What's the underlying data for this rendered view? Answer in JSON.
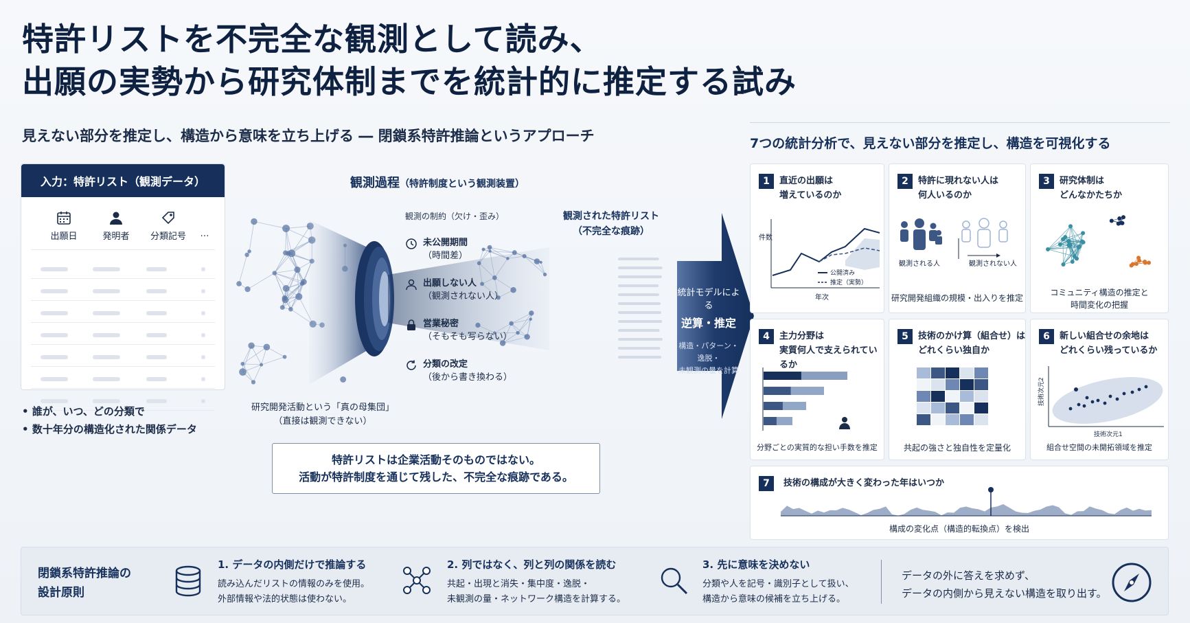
{
  "title": {
    "line1": "特許リストを不完全な観測として読み、",
    "line2": "出願の実勢から研究体制までを統計的に推定する試み"
  },
  "subtitle": "見えない部分を推定し、構造から意味を立ち上げる ― 閉鎖系特許推論というアプローチ",
  "input_panel": {
    "header": "入力：特許リスト（観測データ）",
    "columns": [
      {
        "label": "出願日",
        "icon": "calendar-icon"
      },
      {
        "label": "発明者",
        "icon": "person-icon"
      },
      {
        "label": "分類記号",
        "icon": "tag-icon"
      },
      {
        "label": "…",
        "icon": ""
      }
    ],
    "bullets": [
      "誰が、いつ、どの分類で",
      "数十年分の構造化された関係データ"
    ]
  },
  "observation": {
    "title": "観測過程",
    "title_note": "（特許制度という観測装置）",
    "constraints_head": "観測の制約（欠け・歪み）",
    "constraints": [
      {
        "icon": "clock-icon",
        "label": "未公開期間",
        "note": "（時間差）"
      },
      {
        "icon": "person-outline-icon",
        "label": "出願しない人",
        "note": "（観測されない人）"
      },
      {
        "icon": "lock-icon",
        "label": "営業秘密",
        "note": "（そもそも写らない）"
      },
      {
        "icon": "refresh-icon",
        "label": "分類の改定",
        "note": "（後から書き換わる）"
      }
    ],
    "observed_title": "観測された特許リスト",
    "observed_note": "（不完全な痕跡）",
    "population_line1": "研究開発活動という「真の母集団」",
    "population_line2": "（直接は観測できない）",
    "callout_line1": "特許リストは企業活動そのものではない。",
    "callout_line2": "活動が特許制度を通じて残した、不完全な痕跡である。"
  },
  "arrow": {
    "line1": "統計モデルによる",
    "line2": "逆算・推定",
    "line3": "構造・パターン・逸脱・",
    "line4": "未観測の量を計算"
  },
  "analyses": {
    "title": "7つの統計分析で、見えない部分を推定し、構造を可視化する",
    "cards": [
      {
        "num": "1",
        "title1": "直近の出願は",
        "title2": "増えているのか",
        "ylabel": "件数",
        "xlabel": "年次",
        "legend1": "公開済み",
        "legend2": "推定（実勢）"
      },
      {
        "num": "2",
        "title1": "特許に現れない人は",
        "title2": "何人いるのか",
        "label_a": "観測される人",
        "label_b": "観測されない人",
        "caption": "研究開発組織の規模・出入りを推定"
      },
      {
        "num": "3",
        "title1": "研究体制は",
        "title2": "どんなかたちか",
        "caption1": "コミュニティ構造の推定と",
        "caption2": "時間変化の把握"
      },
      {
        "num": "4",
        "title1": "主力分野は",
        "title2": "実質何人で支えられているか",
        "caption": "分野ごとの実質的な担い手数を推定"
      },
      {
        "num": "5",
        "title1": "技術のかけ算（組合せ）は",
        "title2": "どれくらい独自か",
        "caption": "共起の強さと独自性を定量化"
      },
      {
        "num": "6",
        "title1": "新しい組合せの余地は",
        "title2": "どれくらい残っているか",
        "ylabel": "技術次元2",
        "xlabel": "技術次元1",
        "caption": "組合せ空間の未開拓領域を推定"
      },
      {
        "num": "7",
        "title1": "技術の構成が大きく変わった年はいつか",
        "caption": "構成の変化点（構造的転換点）を検出"
      }
    ]
  },
  "principles": {
    "head1": "閉鎖系特許推論の",
    "head2": "設計原則",
    "items": [
      {
        "icon": "database-icon",
        "title": "1. データの内側だけで推論する",
        "desc1": "読み込んだリストの情報のみを使用。",
        "desc2": "外部情報や法的状態は使わない。"
      },
      {
        "icon": "network-icon",
        "title": "2. 列ではなく、列と列の関係を読む",
        "desc1": "共起・出現と消失・集中度・逸脱・",
        "desc2": "未観測の量・ネットワーク構造を計算する。"
      },
      {
        "icon": "magnifier-icon",
        "title": "3. 先に意味を決めない",
        "desc1": "分類や人を記号・識別子として扱い、",
        "desc2": "構造から意味の候補を立ち上げる。"
      }
    ],
    "final1": "データの外に答えを求めず、",
    "final2": "データの内側から見えない構造を取り出す。"
  },
  "colors": {
    "navy": "#16305b",
    "accent": "#d9772e",
    "teal": "#3a8fa3"
  }
}
